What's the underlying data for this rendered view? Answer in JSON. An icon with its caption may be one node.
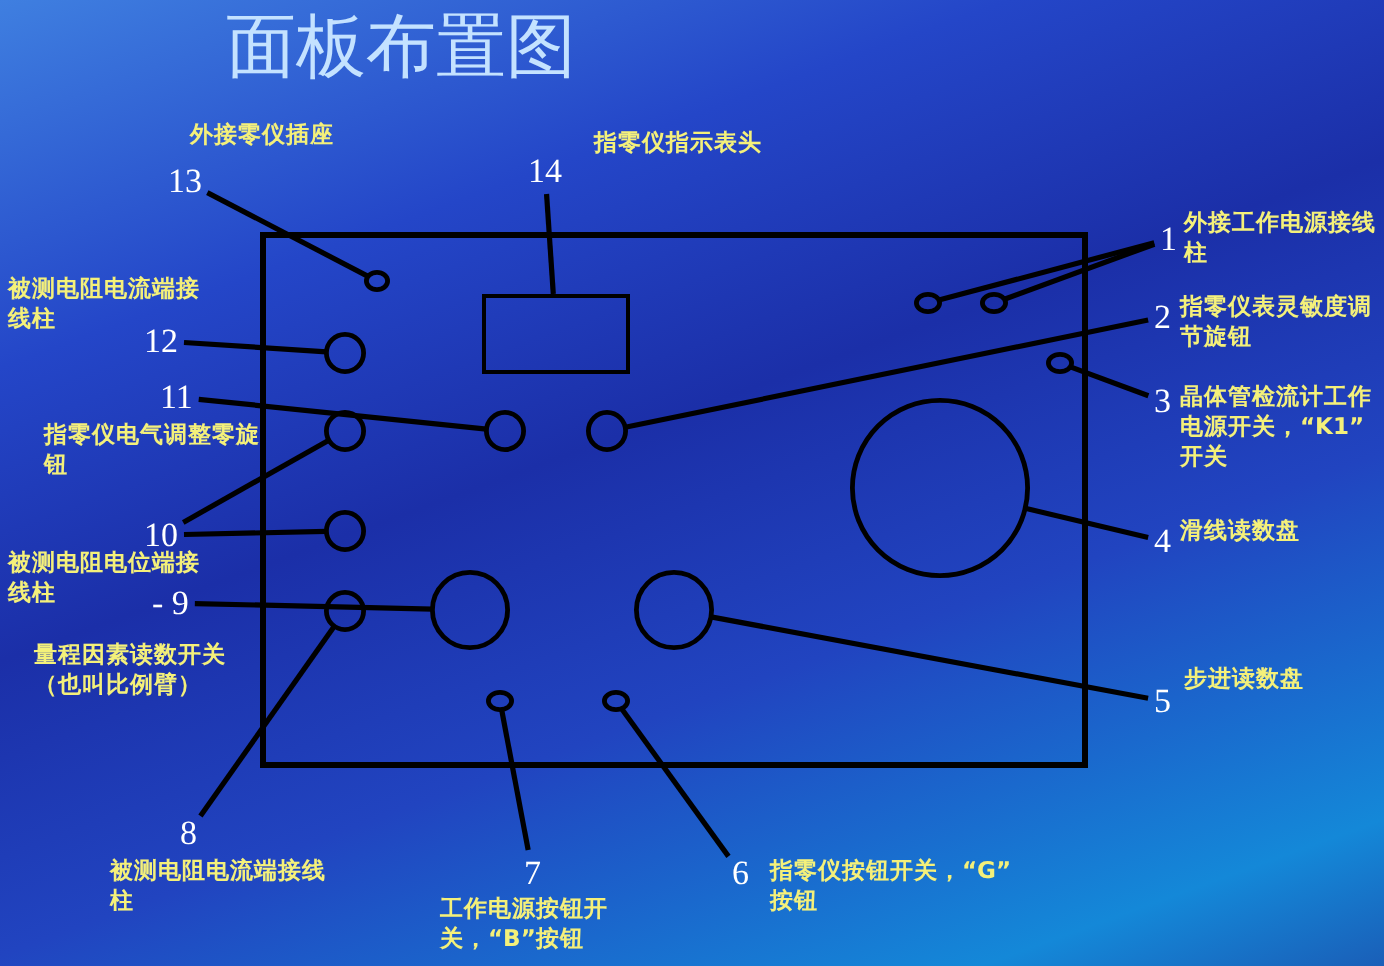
{
  "diagram": {
    "title": "面板布置图",
    "nodes": [
      {
        "text": [],
        "shape": "box"
      },
      {
        "text": [],
        "shape": "circle",
        "in": 0
      },
      {
        "text": [],
        "shape": "box",
        "in": 0
      },
      {
        "text": [],
        "shape": "circle",
        "in": 0
      },
      {
        "text": [],
        "shape": "circle",
        "in": 0
      },
      {
        "text": [],
        "shape": "circle",
        "in": 0
      },
      {
        "text": [],
        "shape": "circle",
        "in": 0
      },
      {
        "text": [],
        "shape": "circle",
        "in": 0
      },
      {
        "text": [],
        "shape": "circle",
        "in": 0
      },
      {
        "text": [],
        "shape": "circle",
        "in": 0
      },
      {
        "text": [],
        "shape": "circle",
        "in": 0
      },
      {
        "text": [],
        "shape": "circle",
        "in": 0
      },
      {
        "text": [],
        "shape": "circle",
        "in": 0
      },
      {
        "text": [],
        "shape": "circle",
        "in": 0
      },
      {
        "text": [],
        "shape": "circle",
        "in": 0
      },
      {
        "text": [],
        "shape": "circle",
        "in": 0
      },
      {
        "text": [],
        "shape": "circle",
        "in": 0
      },
      {
        "text": [
          "13"
        ],
        "beside": [
          "外接零仪插座"
        ]
      },
      {
        "text": [
          "14"
        ],
        "beside": [
          "指零仪指示表头"
        ]
      },
      {
        "text": [
          "1"
        ],
        "beside": [
          "外接工作电源接线柱"
        ]
      },
      {
        "text": [
          "12"
        ],
        "beside": [
          "被测电阻电流端接线柱"
        ]
      },
      {
        "text": [
          "2"
        ],
        "beside": [
          "指零仪表灵敏度调节旋钮"
        ]
      },
      {
        "text": [
          "11"
        ],
        "beside": [
          "指零仪电气调整零旋钮"
        ]
      },
      {
        "text": [
          "3"
        ],
        "beside": [
          "晶体管检流计工作电源开关，“K1” 开关"
        ]
      },
      {
        "text": [
          "10"
        ],
        "beside": [
          "被测电阻电位端接线柱"
        ]
      },
      {
        "text": [
          "4"
        ],
        "beside": [
          "滑线读数盘"
        ]
      },
      {
        "text": [
          "- 9"
        ],
        "beside": [
          "量程因素读数开关（也叫比例臂）"
        ]
      },
      {
        "text": [
          "5"
        ],
        "beside": [
          "步进读数盘"
        ]
      },
      {
        "text": [
          "8"
        ],
        "beside": [
          "被测电阻电流端接线柱"
        ]
      },
      {
        "text": [
          "7"
        ],
        "beside": [
          "工作电源按钮开关，“B”按钮"
        ]
      },
      {
        "text": [
          "6"
        ],
        "beside": [
          "指零仪按钮开关，“G” 按钮"
        ]
      }
    ],
    "edges": [
      {
        "from": 17,
        "to": 1,
        "arrow": "none"
      },
      {
        "from": 18,
        "to": 2,
        "arrow": "none"
      },
      {
        "from": 19,
        "to": 3,
        "arrow": "none"
      },
      {
        "from": 19,
        "to": 4,
        "arrow": "none"
      },
      {
        "from": 20,
        "to": 5,
        "arrow": "none"
      },
      {
        "from": 21,
        "to": 9,
        "arrow": "none"
      },
      {
        "from": 22,
        "to": 8,
        "arrow": "none"
      },
      {
        "from": 23,
        "to": 6,
        "arrow": "none"
      },
      {
        "from": 24,
        "to": 7,
        "arrow": "none"
      },
      {
        "from": 24,
        "to": 11,
        "arrow": "none"
      },
      {
        "from": 25,
        "to": 10,
        "arrow": "none"
      },
      {
        "from": 26,
        "to": 13,
        "arrow": "none"
      },
      {
        "from": 27,
        "to": 14,
        "arrow": "none"
      },
      {
        "from": 28,
        "to": 12,
        "arrow": "none"
      },
      {
        "from": 29,
        "to": 15,
        "arrow": "none"
      },
      {
        "from": 30,
        "to": 16,
        "arrow": "none"
      }
    ]
  }
}
